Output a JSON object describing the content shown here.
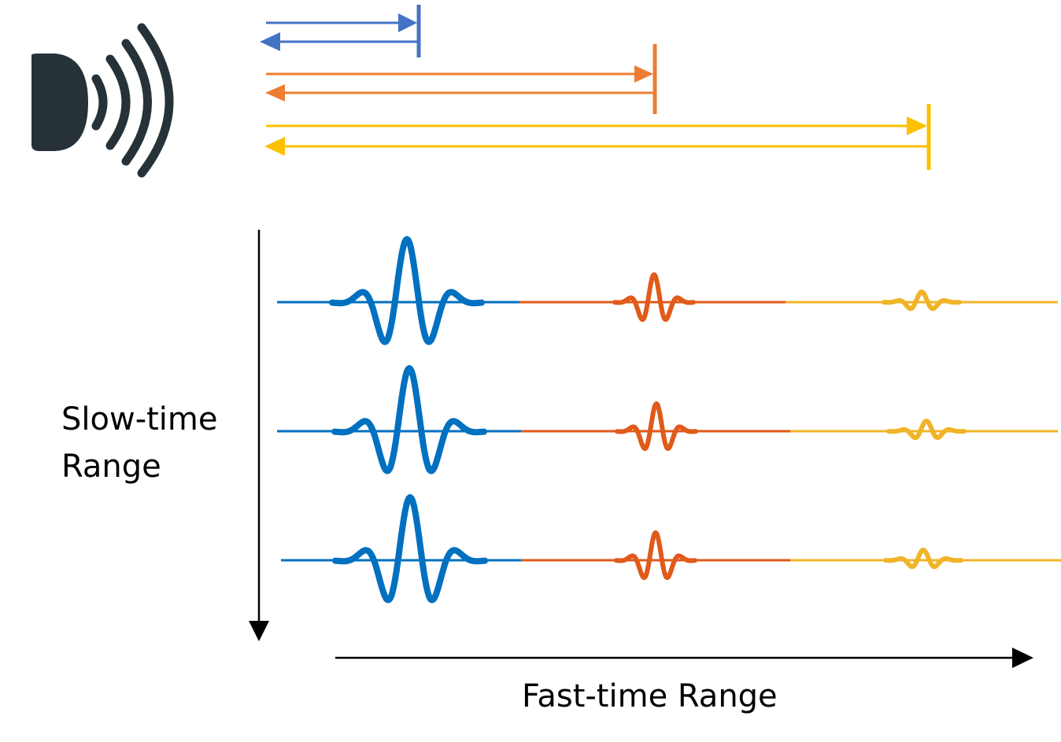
{
  "labels": {
    "slow_time_line1": "Slow-time",
    "slow_time_line2": "Range",
    "fast_time": "Fast-time Range"
  },
  "colors": {
    "near": "#4472c4",
    "mid": "#ed7d31",
    "far": "#ffc000",
    "wave_near": "#0070c0",
    "wave_mid": "#e05a1a",
    "wave_far": "#f0b429",
    "axis": "#000000",
    "icon": "#263238"
  },
  "icon": "radar-transmitter-icon",
  "targets": [
    {
      "name": "near",
      "amplitude": "large"
    },
    {
      "name": "mid",
      "amplitude": "medium"
    },
    {
      "name": "far",
      "amplitude": "small"
    }
  ],
  "pulse_count": 3
}
